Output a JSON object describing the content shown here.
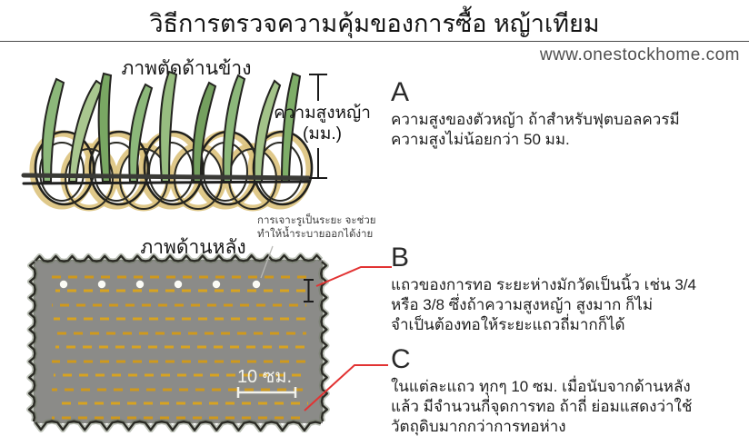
{
  "title": "วิธีการตรวจความคุ้มของการซื้อ หญ้าเทียม",
  "website": "www.onestockhome.com",
  "side_view": {
    "label": "ภาพตัดด้านข้าง",
    "height_label": "ความสูงหญ้า",
    "height_unit": "(มม.)"
  },
  "back_view": {
    "label": "ภาพด้านหลัง",
    "hole_note": [
      "การเจาะรูเป็นระยะ จะช่วย",
      "ทำให้น้ำระบายออกได้ง่าย"
    ],
    "scale_label": "10 ซม."
  },
  "sections": [
    {
      "letter": "A",
      "lines": [
        "ความสูงของตัวหญ้า ถ้าสำหรับฟุตบอลควรมี",
        "ความสูงไม่น้อยกว่า 50 มม."
      ]
    },
    {
      "letter": "B",
      "lines": [
        "แถวของการทอ ระยะห่างมักวัดเป็นนิ้ว เช่น 3/4",
        "หรือ 3/8 ซึ่งถ้าความสูงหญ้า สูงมาก ก็ไม่",
        "จำเป็นต้องทอให้ระยะแถวถี่มากก็ได้"
      ]
    },
    {
      "letter": "C",
      "lines": [
        "ในแต่ละแถว ทุกๆ 10 ซม. เมื่อนับจากด้านหลัง",
        "แล้ว มีจำนวนกี่จุดการทอ ถ้าถี่ ย่อมแสดงว่าใช้",
        "วัตถุดิบมากกว่าการทอห่าง"
      ]
    }
  ],
  "colors": {
    "mat_gray": "#8b8b88",
    "stitch_orange": "#cf991d",
    "connector_red": "#e23333",
    "grass_green": "#8cb87a",
    "loop_tan": "#dcc27c",
    "divider_gray": "#4a4a4a",
    "website_gray": "#4e4e4e"
  }
}
